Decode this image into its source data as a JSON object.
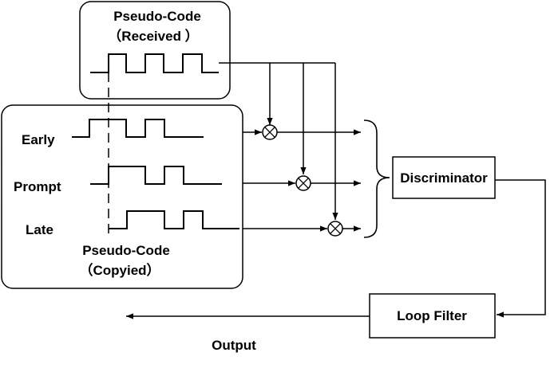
{
  "received": {
    "title": "Pseudo-Code",
    "subtitle": "（Received ）"
  },
  "copied": {
    "title": "Pseudo-Code",
    "subtitle": "（Copyied）"
  },
  "channels": [
    {
      "label": "Early"
    },
    {
      "label": "Prompt"
    },
    {
      "label": "Late"
    }
  ],
  "discriminator": {
    "label": "Discriminator"
  },
  "loop_filter": {
    "label": "Loop Filter"
  },
  "output": {
    "label": "Output"
  },
  "colors": {
    "stroke": "#000000",
    "background": "#ffffff"
  }
}
